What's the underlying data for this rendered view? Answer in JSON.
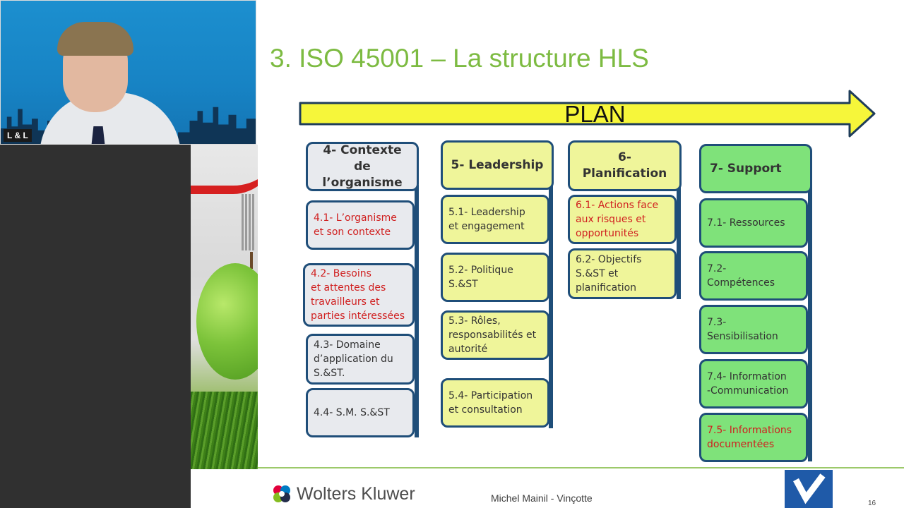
{
  "webcam": {
    "label": "L & L"
  },
  "slide": {
    "title": "3. ISO 45001 – La structure HLS",
    "plan_label": "PLAN",
    "columns": [
      {
        "header": "4- Contexte\nde\nl’organisme",
        "items": [
          "4.1- L’organisme\net son contexte",
          "4.2- Besoins\net attentes des\ntravailleurs et\nparties intéressées",
          "4.3- Domaine\nd’application du\nS.&ST.",
          "4.4- S.M. S.&ST"
        ]
      },
      {
        "header": "5- Leadership",
        "items": [
          "5.1- Leadership\net engagement",
          "5.2- Politique\nS.&ST",
          "5.3- Rôles,\nresponsabilités et\nautorité",
          "5.4- Participation\net consultation"
        ]
      },
      {
        "header": "6-\nPlanification",
        "items": [
          "6.1- Actions face\naux risques et\nopportunités",
          "6.2- Objectifs\nS.&ST et\nplanification"
        ]
      },
      {
        "header": "7- Support",
        "items": [
          "7.1- Ressources",
          "7.2-\nCompétences",
          "7.3-\nSensibilisation",
          "7.4- Information\n-Communication",
          "7.5- Informations\ndocumentées"
        ]
      }
    ]
  },
  "footer": {
    "brand": "Wolters Kluwer",
    "presenter": "Michel Mainil - Vinçotte",
    "page_number": "16"
  },
  "colors": {
    "title_green": "#7dbb42",
    "arrow_yellow": "#f6f63a",
    "box_border": "#1f4e79",
    "highlight_red": "#d01f1f",
    "gray_box": "#e8eaee",
    "yellow_box": "#eff59a",
    "green_box": "#7fe27a"
  },
  "icons": {
    "wk_logo": "wolters-kluwer-logo-icon",
    "vincotte_logo": "vincotte-checkmark-logo-icon"
  }
}
